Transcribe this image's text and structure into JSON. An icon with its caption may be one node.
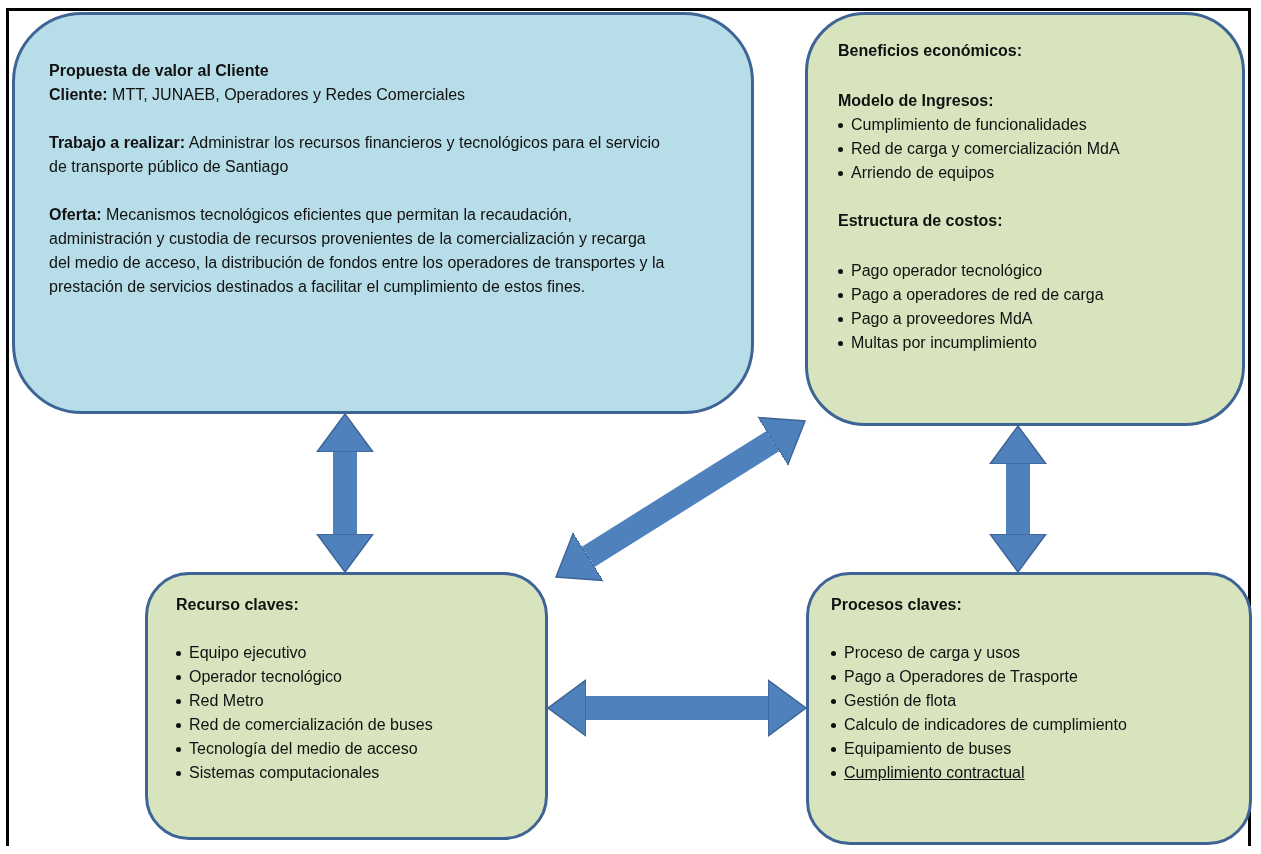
{
  "diagram": {
    "nodes": [
      {
        "text": [
          "Propuesta de valor al Cliente",
          "**Cliente:** MTT, JUNAEB, Operadores y Redes Comerciales",
          "**Trabajo a realizar:** Administrar los recursos financieros y tecnológicos para el servicio de transporte público de Santiago",
          "**Oferta:** Mecanismos tecnológicos eficientes que permitan la recaudación, administración y custodia de recursos provenientes de la comercialización y recarga del medio de acceso, la distribución de fondos entre los operadores de transportes y la prestación de servicios destinados a facilitar el cumplimiento de estos fines."
        ]
      },
      {
        "text": [
          "Beneficios económicos:",
          "Modelo de Ingresos:",
          "Cumplimiento de funcionalidades",
          "Red de carga y comercialización MdA",
          "Arriendo de equipos",
          "Estructura de costos:",
          "Pago operador tecnológico",
          "Pago a operadores de red de carga",
          "Pago a proveedores MdA",
          "Multas por incumplimiento"
        ]
      },
      {
        "text": [
          "Recurso claves:",
          "Equipo ejecutivo",
          "Operador tecnológico",
          "Red Metro",
          "Red de comercialización de buses",
          "Tecnología del medio de acceso",
          "Sistemas computacionales"
        ]
      },
      {
        "text": [
          "Procesos claves:",
          "Proceso de carga y usos",
          "Pago a Operadores de Trasporte",
          "Gestión de flota",
          "Calculo de indicadores de cumplimiento",
          "Equipamiento de buses",
          "Cumplimiento contractual"
        ]
      }
    ],
    "edges": [
      {
        "from": 0,
        "to": 2,
        "arrow": "both"
      },
      {
        "from": 2,
        "to": 1,
        "arrow": "both"
      },
      {
        "from": 1,
        "to": 3,
        "arrow": "both"
      },
      {
        "from": 2,
        "to": 3,
        "arrow": "both"
      }
    ]
  }
}
